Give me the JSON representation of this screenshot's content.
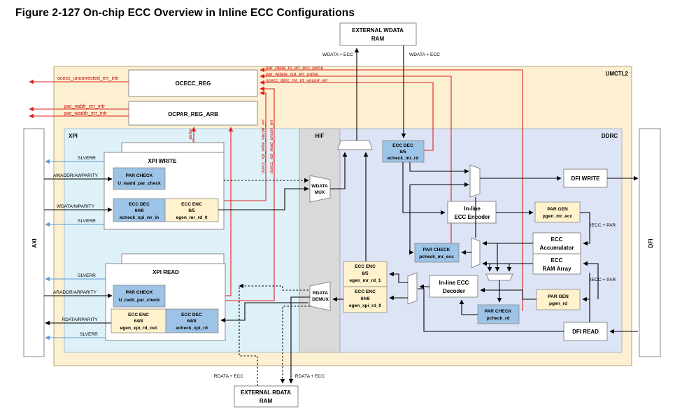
{
  "figure_title": "Figure 2-127 On-chip ECC Overview in Inline ECC Configurations",
  "regions": {
    "umctl2": "UMCTL2",
    "xpi": "XPI",
    "hif": "HIF",
    "ddrc": "DDRC",
    "axi": "AXI",
    "dfi": "DFI"
  },
  "ext_wdata_ram": [
    "EXTERNAL WDATA",
    "RAM"
  ],
  "ext_rdata_ram": [
    "EXTERNAL RDATA",
    "RAM"
  ],
  "registers": {
    "ocecc_reg": "OCECC_REG",
    "ocpar_reg_arb": "OCPAR_REG_ARB"
  },
  "xpi_write": {
    "title": "XPI WRITE",
    "par_check": [
      "PAR CHECK",
      "U_wadd_par_check"
    ],
    "ecc_dec": [
      "ECC DEC",
      "64/8",
      "echeck_xpi_wr_in"
    ],
    "ecc_enc": [
      "ECC ENC",
      "8/5",
      "egen_mr_rd_0"
    ]
  },
  "xpi_read": {
    "title": "XPI READ",
    "par_check": [
      "PAR CHECK",
      "U_radd_par_check"
    ],
    "ecc_enc": [
      "ECC ENC",
      "64/8",
      "egen_xpi_rd_out"
    ],
    "ecc_dec": [
      "ECC DEC",
      "64/8",
      "echeck_xpi_rd"
    ]
  },
  "hif_blocks": {
    "wdata_mux": [
      "WDATA",
      "MUX"
    ],
    "rdata_demux": [
      "RDATA",
      "DEMUX"
    ]
  },
  "ddrc_blocks": {
    "ecc_dec_mr_rd": [
      "ECC DEC",
      "8/5",
      "echeck_mr_rd"
    ],
    "dfi_write": "DFI WRITE",
    "inline_encoder": [
      "In-line",
      "ECC Encoder"
    ],
    "par_gen_mr_ecc": [
      "PAR GEN",
      "pgen_mr_ecc"
    ],
    "ecc_accumulator": [
      "ECC",
      "Accumulator"
    ],
    "ecc_ram_array": [
      "ECC",
      "RAM Array"
    ],
    "par_check_mr_ecc": [
      "PAR CHECK",
      "pcheck_mr_ecc"
    ],
    "ecc_enc_mr_rd_1": [
      "ECC ENC",
      "8/5",
      "egen_mr_rd_1"
    ],
    "ecc_enc_xpi_rd_0": [
      "ECC ENC",
      "64/8",
      "egen_xpi_rd_0"
    ],
    "inline_decoder": [
      "In-line ECC",
      "Decoder"
    ],
    "par_gen_rd": [
      "PAR GEN",
      "pgen_rd"
    ],
    "par_check_rd": [
      "PAR CHECK",
      "pcheck_rd"
    ],
    "dfi_read": "DFI READ"
  },
  "signals": {
    "wdata_ecc_left": "WDATA + ECC",
    "wdata_ecc_right": "WDATA + ECC",
    "rdata_ecc_left": "RDATA + ECC",
    "rdata_ecc_right": "RDATA + ECC",
    "ocecc_uncorrected_err_intr": "ocecc_uncorrected_err_intr",
    "par_raddr_err_intr": "par_raddr_err_intr",
    "par_waddr_err_intr": "par_waddr_err_intr",
    "par_rdata_in_err_ecc_pulse": "par_rdata_in_err_ecc_pulse",
    "par_wdata_out_err_pulse": "par_wdata_out_err_pulse",
    "ocecc_ddrc_mr_rd_uncorr_err": "ocecc_ddrc_mr_rd_uncorr_err",
    "par_waddr_err_pulse": "par_waddr_err_pulse",
    "ocecc_xpi_write_uncorr_err": "ocecc_xpi_write_uncorr_err",
    "ocecc_xpi_read_uncorr_err": "ocecc_xpi_read_uncorr_err",
    "slverr_1": "SLVERR",
    "awaddr": "AWADDR/AWPARITY",
    "wdata": "WDATA/WPARITY",
    "slverr_2": "SLVERR",
    "slverr_3": "SLVERR",
    "araddr": "ARADDR/ARPARITY",
    "rdata": "RDATA/RPARITY",
    "slverr_4": "SLVERR",
    "ieccpar_1": "IECC + PAR",
    "ieccpar_2": "IECC + PAR"
  },
  "colors": {
    "umctl2_fill": "#fdf0d2",
    "xpi_fill": "#def1f8",
    "hif_fill": "#d9d9d9",
    "ddrc_fill": "#dde4f5",
    "blue_block": "#9dc3e6",
    "yellow_block": "#fff2cc",
    "error_line": "#e0201c",
    "slverr_line": "#5b9bd5"
  }
}
